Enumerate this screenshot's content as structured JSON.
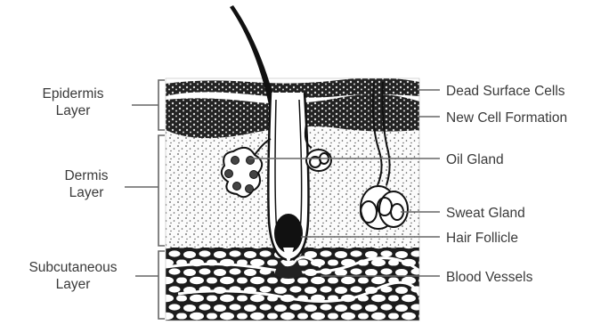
{
  "layers": [
    {
      "line1": "Epidermis",
      "line2": "Layer"
    },
    {
      "line1": "Dermis",
      "line2": "Layer"
    },
    {
      "line1": "Subcutaneous",
      "line2": "Layer"
    }
  ],
  "structures": [
    "Dead Surface Cells",
    "New Cell Formation",
    "Oil Gland",
    "Sweat Gland",
    "Hair Follicle",
    "Blood Vessels"
  ]
}
